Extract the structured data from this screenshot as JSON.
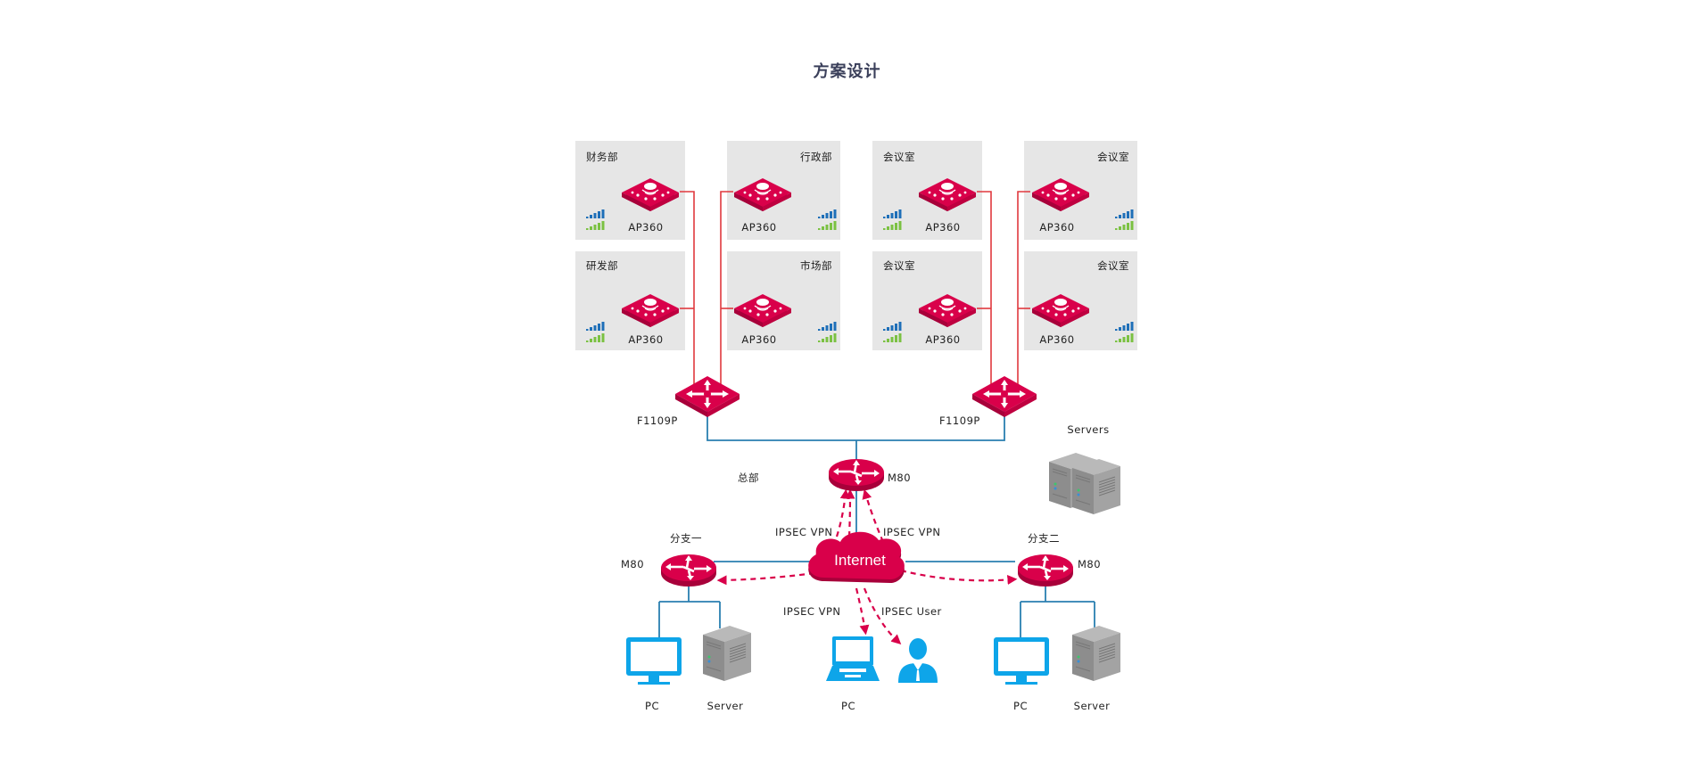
{
  "title": "方案设计",
  "colors": {
    "device_red": "#d9004a",
    "link_red": "#e0393e",
    "link_blue": "#2a7fb0",
    "room_bg": "#e6e6e6",
    "pc_blue": "#0ea5e9",
    "signal_blue": "#1e6fb8",
    "signal_green": "#7bc142"
  },
  "rooms": [
    {
      "name": "财务部",
      "ap": "AP360"
    },
    {
      "name": "行政部",
      "ap": "AP360"
    },
    {
      "name": "会议室",
      "ap": "AP360"
    },
    {
      "name": "会议室",
      "ap": "AP360"
    },
    {
      "name": "研发部",
      "ap": "AP360"
    },
    {
      "name": "市场部",
      "ap": "AP360"
    },
    {
      "name": "会议室",
      "ap": "AP360"
    },
    {
      "name": "会议室",
      "ap": "AP360"
    }
  ],
  "switches": [
    {
      "label": "F1109P"
    },
    {
      "label": "F1109P"
    }
  ],
  "hq": {
    "label": "总部",
    "router": "M80"
  },
  "servers_label": "Servers",
  "internet_label": "Internet",
  "vpn_labels": {
    "hq_left": "IPSEC VPN",
    "hq_right": "IPSEC VPN",
    "mobile_pc": "IPSEC VPN",
    "mobile_user": "IPSEC User"
  },
  "branches": [
    {
      "name": "分支一",
      "router": "M80",
      "pc": "PC",
      "server": "Server"
    },
    {
      "name": "分支二",
      "router": "M80",
      "pc": "PC",
      "server": "Server"
    }
  ],
  "mobile_pc_label": "PC"
}
